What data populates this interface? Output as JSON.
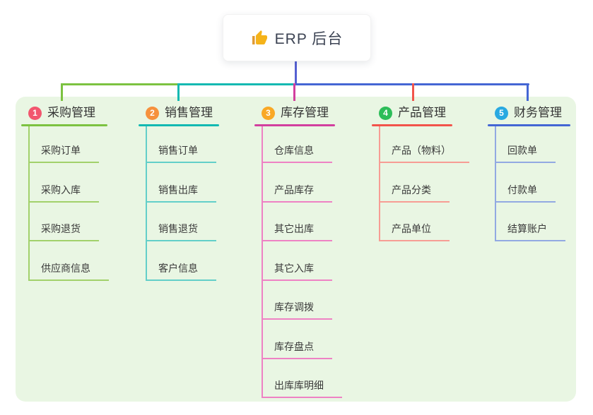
{
  "root": {
    "label": "ERP 后台",
    "icon": "thumbs-up-icon"
  },
  "connector": {
    "trunk_color": "#5560d2"
  },
  "canvas": {
    "page_bg": "#ffffff",
    "panel_bg": "#e9f6e3"
  },
  "branches": [
    {
      "number": "1",
      "label": "采购管理",
      "color": "#7cc241",
      "light_color": "#a2d16b",
      "badge_color": "#f2566e",
      "children": [
        "采购订单",
        "采购入库",
        "采购退货",
        "供应商信息"
      ]
    },
    {
      "number": "2",
      "label": "销售管理",
      "color": "#13b9b2",
      "light_color": "#63cfc9",
      "badge_color": "#f6913d",
      "children": [
        "销售订单",
        "销售出库",
        "销售退货",
        "客户信息"
      ]
    },
    {
      "number": "3",
      "label": "库存管理",
      "color": "#d23f9e",
      "light_color": "#ee82c4",
      "badge_color": "#f9a825",
      "children": [
        "仓库信息",
        "产品库存",
        "其它出库",
        "其它入库",
        "库存调拨",
        "库存盘点",
        "出库库明细"
      ]
    },
    {
      "number": "4",
      "label": "产品管理",
      "color": "#f2544b",
      "light_color": "#f79d94",
      "badge_color": "#2dbd59",
      "children": [
        "产品（物料）",
        "产品分类",
        "产品单位"
      ]
    },
    {
      "number": "5",
      "label": "财务管理",
      "color": "#4466d4",
      "light_color": "#92a9e2",
      "badge_color": "#29a9e1",
      "children": [
        "回款单",
        "付款单",
        "结算账户"
      ]
    }
  ]
}
